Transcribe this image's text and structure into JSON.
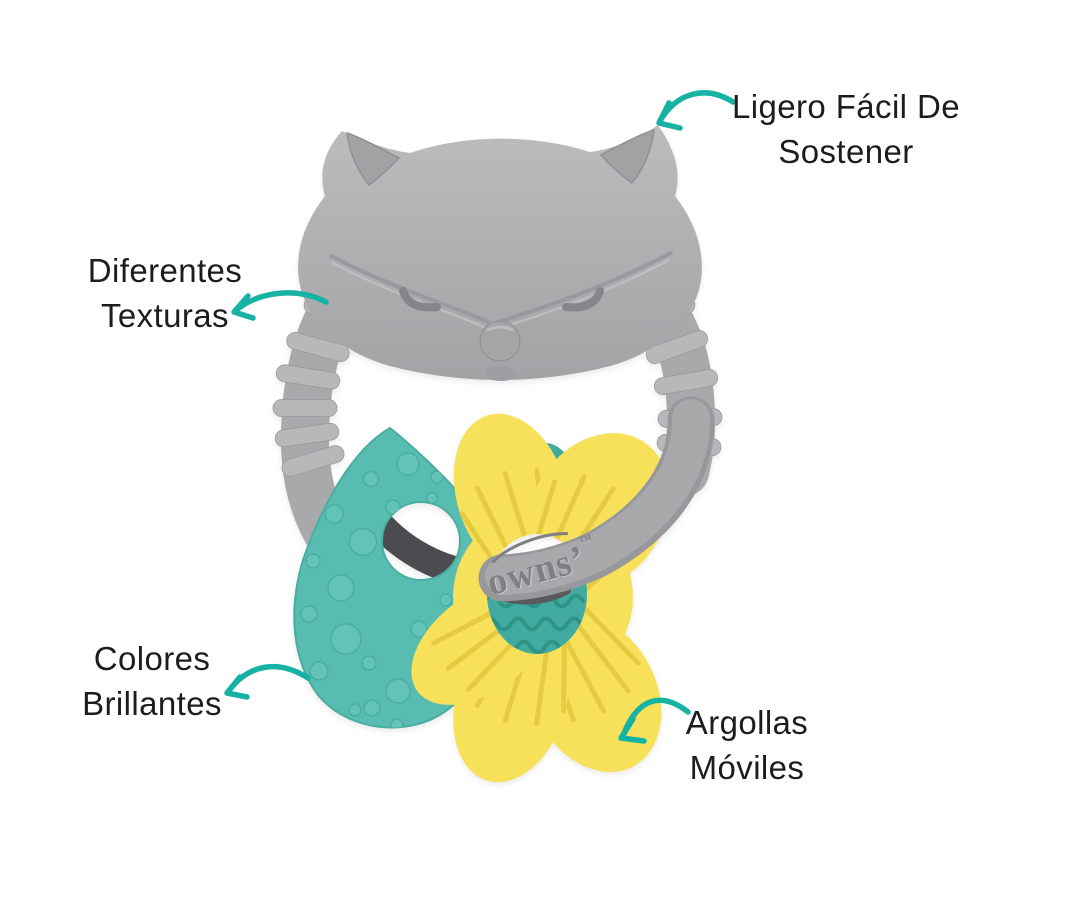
{
  "page": {
    "background": "#ffffff"
  },
  "callouts": {
    "ligero": {
      "line1": "Ligero Fácil De",
      "line2": "Sostener"
    },
    "diferentes": {
      "line1": "Diferentes",
      "line2": "Texturas"
    },
    "colores": {
      "line1": "Colores",
      "line2": "Brillantes"
    },
    "argollas": {
      "line1": "Argollas",
      "line2": "Móviles"
    }
  },
  "brand": {
    "embossed": "owns’",
    "trademark": "™"
  },
  "colors": {
    "bg": "#ffffff",
    "accent": "#16b2a3",
    "text": "#1d1d1f",
    "gray": "#a9a9ac",
    "grayLight": "#b8b8ba",
    "grayEdge": "#98989c",
    "grayMid": "#7f7f85",
    "grayDark": "#4c4c50",
    "teal": "#58bcb1",
    "tealBump": "#63c3b8",
    "tealBumpEdge": "#4aada1",
    "tealDark": "#42aba0",
    "tealDeep": "#2f9488",
    "yellow": "#f8e15a",
    "yellowRidge": "#e6cb40"
  }
}
